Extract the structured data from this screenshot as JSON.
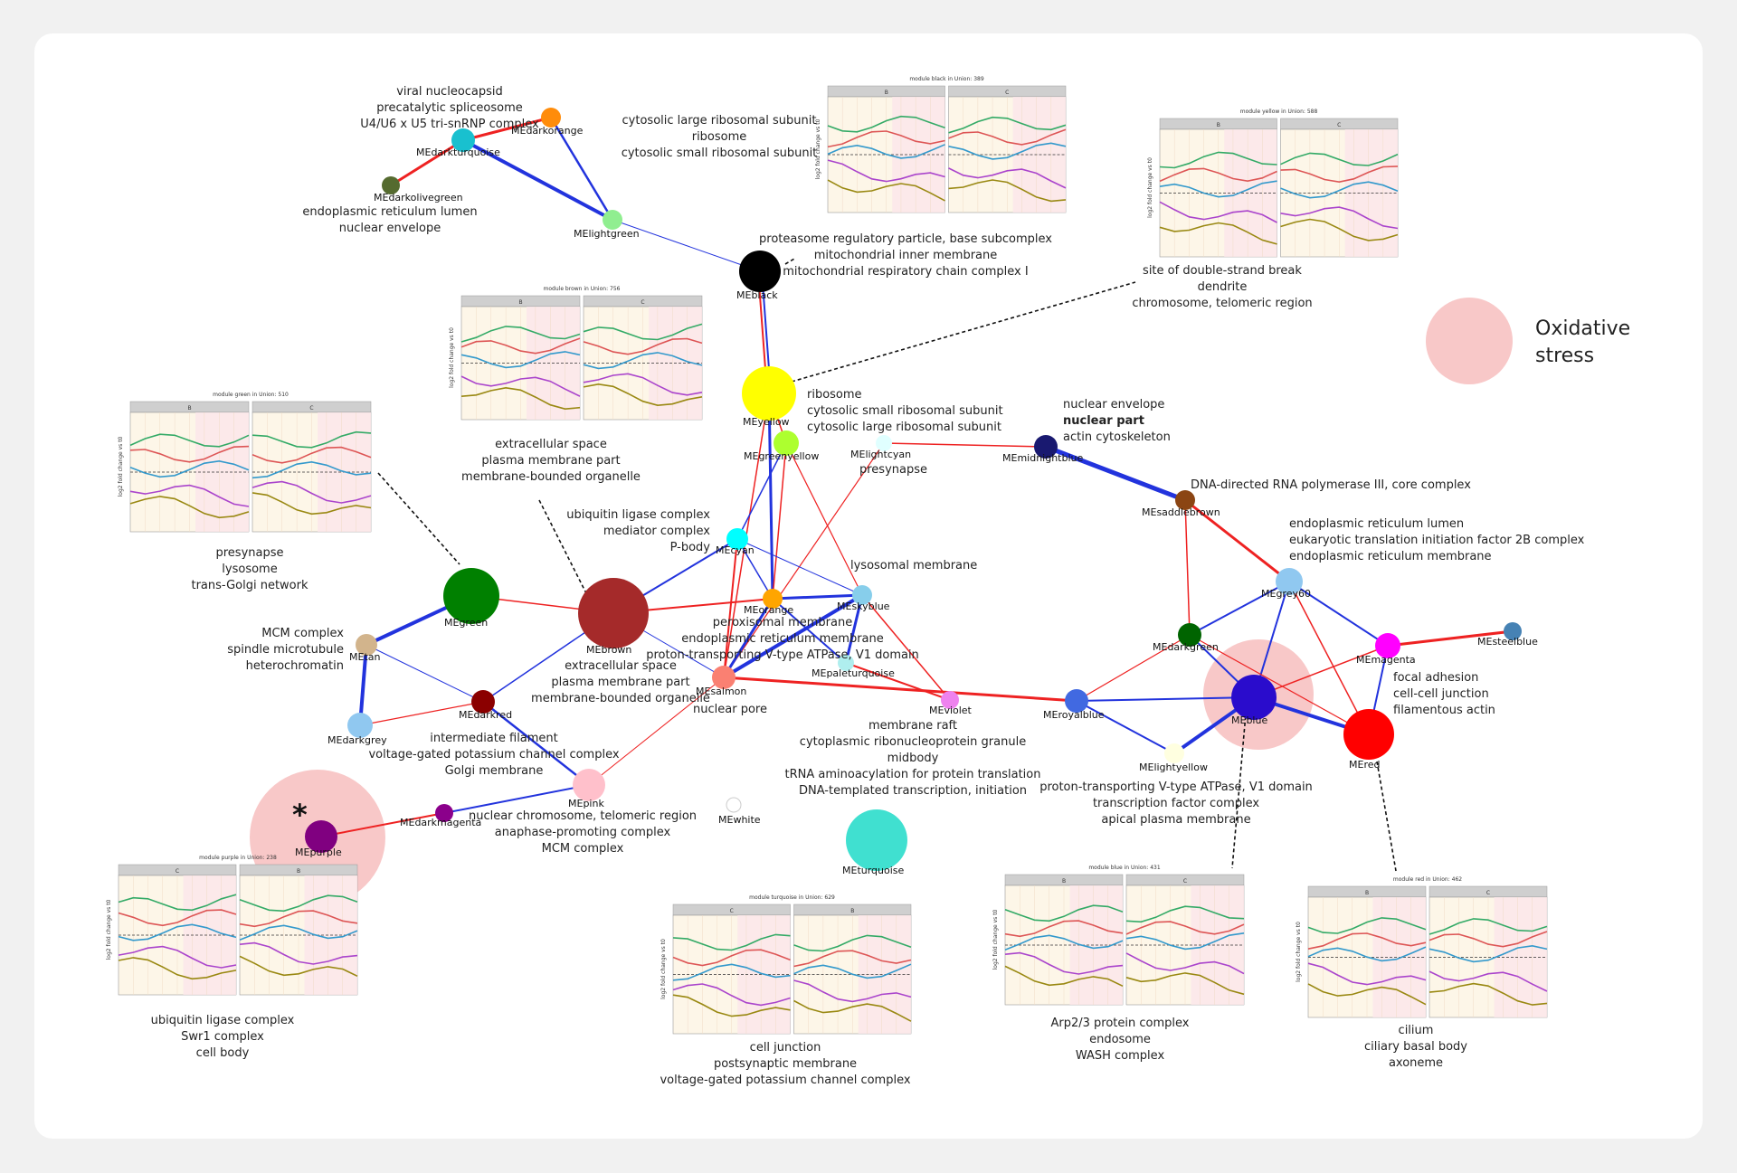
{
  "legend": {
    "label_line1": "Oxidative",
    "label_line2": "stress",
    "color": "#f8c8c8"
  },
  "asterisk": "*",
  "nodes": [
    {
      "id": "MEdarkturquoise",
      "color": "#19c0cf"
    },
    {
      "id": "MEdarkorange",
      "color": "#ff8c0a"
    },
    {
      "id": "MEdarkolivegreen",
      "color": "#556b2f"
    },
    {
      "id": "MElightgreen",
      "color": "#90ee90"
    },
    {
      "id": "MEblack",
      "color": "#000000"
    },
    {
      "id": "MEyellow",
      "color": "#ffff00"
    },
    {
      "id": "MEgreenyellow",
      "color": "#adff2f"
    },
    {
      "id": "MElightcyan",
      "color": "#e0ffff"
    },
    {
      "id": "MEmidnightblue",
      "color": "#191970"
    },
    {
      "id": "MEsaddlebrown",
      "color": "#8b4513"
    },
    {
      "id": "MEcyan",
      "color": "#00ffff"
    },
    {
      "id": "MEgreen",
      "color": "#008000"
    },
    {
      "id": "MEbrown",
      "color": "#a52a2a"
    },
    {
      "id": "MEorange",
      "color": "#ffa500"
    },
    {
      "id": "MEskyblue",
      "color": "#87ceeb"
    },
    {
      "id": "MEtan",
      "color": "#d2b48c"
    },
    {
      "id": "MEsalmon",
      "color": "#fa8072"
    },
    {
      "id": "MEpaleturquoise",
      "color": "#afeeee"
    },
    {
      "id": "MEdarkred",
      "color": "#8b0000"
    },
    {
      "id": "MEdarkgrey",
      "color": "#90c8f0"
    },
    {
      "id": "MEviolet",
      "color": "#ee82ee"
    },
    {
      "id": "MEroyalblue",
      "color": "#4169e1"
    },
    {
      "id": "MEblue",
      "color": "#2a0ccc"
    },
    {
      "id": "MEdarkgreen",
      "color": "#006400"
    },
    {
      "id": "MEgrey60",
      "color": "#90c8f0"
    },
    {
      "id": "MEmagenta",
      "color": "#ff00ff"
    },
    {
      "id": "MEsteelblue",
      "color": "#4682b4"
    },
    {
      "id": "MEred",
      "color": "#ff0000"
    },
    {
      "id": "MElightyellow",
      "color": "#ffffe0"
    },
    {
      "id": "MEpink",
      "color": "#ffc0cb"
    },
    {
      "id": "MEdarkmagenta",
      "color": "#8b008b"
    },
    {
      "id": "MEpurple",
      "color": "#800080"
    },
    {
      "id": "MEwhite",
      "color": "#ffffff"
    },
    {
      "id": "MEturquoise",
      "color": "#40e0d0"
    }
  ],
  "annotations": [
    {
      "id": "top-left",
      "lines": [
        "viral nucleocapsid",
        "precatalytic spliceosome",
        "U4/U6 x U5 tri-snRNP complex"
      ]
    },
    {
      "id": "darkorange",
      "lines": [
        "cytosolic large ribosomal subunit",
        "ribosome",
        "cytosolic small ribosomal subunit"
      ]
    },
    {
      "id": "darkolivegreen",
      "lines": [
        "endoplasmic reticulum lumen",
        "nuclear envelope"
      ]
    },
    {
      "id": "black",
      "lines": [
        "proteasome regulatory particle, base subcomplex",
        "mitochondrial inner membrane",
        "mitochondrial respiratory chain complex I"
      ]
    },
    {
      "id": "yellow-panel",
      "lines": [
        "site of double-strand break",
        "dendrite",
        "chromosome, telomeric region"
      ]
    },
    {
      "id": "yellow",
      "lines": [
        "ribosome",
        "cytosolic small ribosomal subunit",
        "cytosolic large ribosomal subunit"
      ]
    },
    {
      "id": "brown-panel",
      "lines": [
        "extracellular space",
        "plasma membrane part",
        "membrane-bounded organelle"
      ]
    },
    {
      "id": "green-panel",
      "lines": [
        "presynapse",
        "lysosome",
        "trans-Golgi network"
      ]
    },
    {
      "id": "midnightblue",
      "lines": [
        "nuclear envelope",
        "nuclear part",
        "actin cytoskeleton"
      ]
    },
    {
      "id": "saddlebrown",
      "lines": [
        "DNA-directed RNA polymerase III, core complex"
      ]
    },
    {
      "id": "lightcyan",
      "lines": [
        "presynapse"
      ]
    },
    {
      "id": "cyan",
      "lines": [
        "ubiquitin ligase complex",
        "mediator complex",
        "P-body"
      ]
    },
    {
      "id": "skyblue",
      "lines": [
        "lysosomal membrane"
      ]
    },
    {
      "id": "grey60",
      "lines": [
        "endoplasmic reticulum lumen",
        "eukaryotic translation initiation factor 2B complex",
        "endoplasmic reticulum membrane"
      ]
    },
    {
      "id": "tan",
      "lines": [
        "MCM complex",
        "spindle microtubule",
        "heterochromatin"
      ]
    },
    {
      "id": "orange",
      "lines": [
        "peroxisomal membrane",
        "endoplasmic reticulum membrane",
        "proton-transporting V-type ATPase, V1 domain"
      ]
    },
    {
      "id": "brown",
      "lines": [
        "extracellular space",
        "plasma membrane part",
        "membrane-bounded organelle"
      ]
    },
    {
      "id": "salmon",
      "lines": [
        "nuclear pore"
      ]
    },
    {
      "id": "magenta",
      "lines": [
        "focal adhesion",
        "cell-cell junction",
        "filamentous actin"
      ]
    },
    {
      "id": "violet",
      "lines": [
        "membrane raft",
        "cytoplasmic ribonucleoprotein granule",
        "midbody",
        "tRNA aminoacylation for protein translation",
        "DNA-templated transcription, initiation"
      ]
    },
    {
      "id": "darkred",
      "lines": [
        "intermediate filament",
        "voltage-gated potassium channel complex",
        "Golgi membrane"
      ]
    },
    {
      "id": "lightyellow",
      "lines": [
        "proton-transporting V-type ATPase, V1 domain",
        "transcription factor complex",
        "apical plasma membrane"
      ]
    },
    {
      "id": "pink",
      "lines": [
        "nuclear chromosome, telomeric region",
        "anaphase-promoting complex",
        "MCM complex"
      ]
    },
    {
      "id": "purple-panel",
      "lines": [
        "ubiquitin ligase complex",
        "Swr1 complex",
        "cell body"
      ]
    },
    {
      "id": "turquoise-panel",
      "lines": [
        "cell junction",
        "postsynaptic membrane",
        "voltage-gated potassium channel complex"
      ]
    },
    {
      "id": "blue-panel",
      "lines": [
        "Arp2/3 protein complex",
        "endosome",
        "WASH complex"
      ]
    },
    {
      "id": "red-panel",
      "lines": [
        "cilium",
        "ciliary basal body",
        "axoneme"
      ]
    }
  ],
  "panels": [
    {
      "id": "black",
      "title": "module black in Union: 389",
      "facets": [
        "B",
        "C"
      ],
      "ylabel": "log2 fold change vs t0"
    },
    {
      "id": "yellow",
      "title": "module yellow in Union: 588",
      "facets": [
        "B",
        "C"
      ],
      "ylabel": "log2 fold change vs t0"
    },
    {
      "id": "brown",
      "title": "module brown in Union: 756",
      "facets": [
        "B",
        "C"
      ],
      "ylabel": "log2 fold change vs t0"
    },
    {
      "id": "green",
      "title": "module green in Union: 510",
      "facets": [
        "B",
        "C"
      ],
      "ylabel": "log2 fold change vs t0"
    },
    {
      "id": "purple",
      "title": "module purple in Union: 238",
      "facets": [
        "C",
        "B"
      ],
      "ylabel": "log2 fold change vs t0"
    },
    {
      "id": "turquoise",
      "title": "module turquoise in Union: 629",
      "facets": [
        "C",
        "B"
      ],
      "ylabel": "log2 fold change vs t0"
    },
    {
      "id": "blue",
      "title": "module blue in Union: 431",
      "facets": [
        "B",
        "C"
      ],
      "ylabel": "log2 fold change vs t0"
    },
    {
      "id": "red",
      "title": "module red in Union: 462",
      "facets": [
        "B",
        "C"
      ],
      "ylabel": "log2 fold change vs t0"
    }
  ]
}
